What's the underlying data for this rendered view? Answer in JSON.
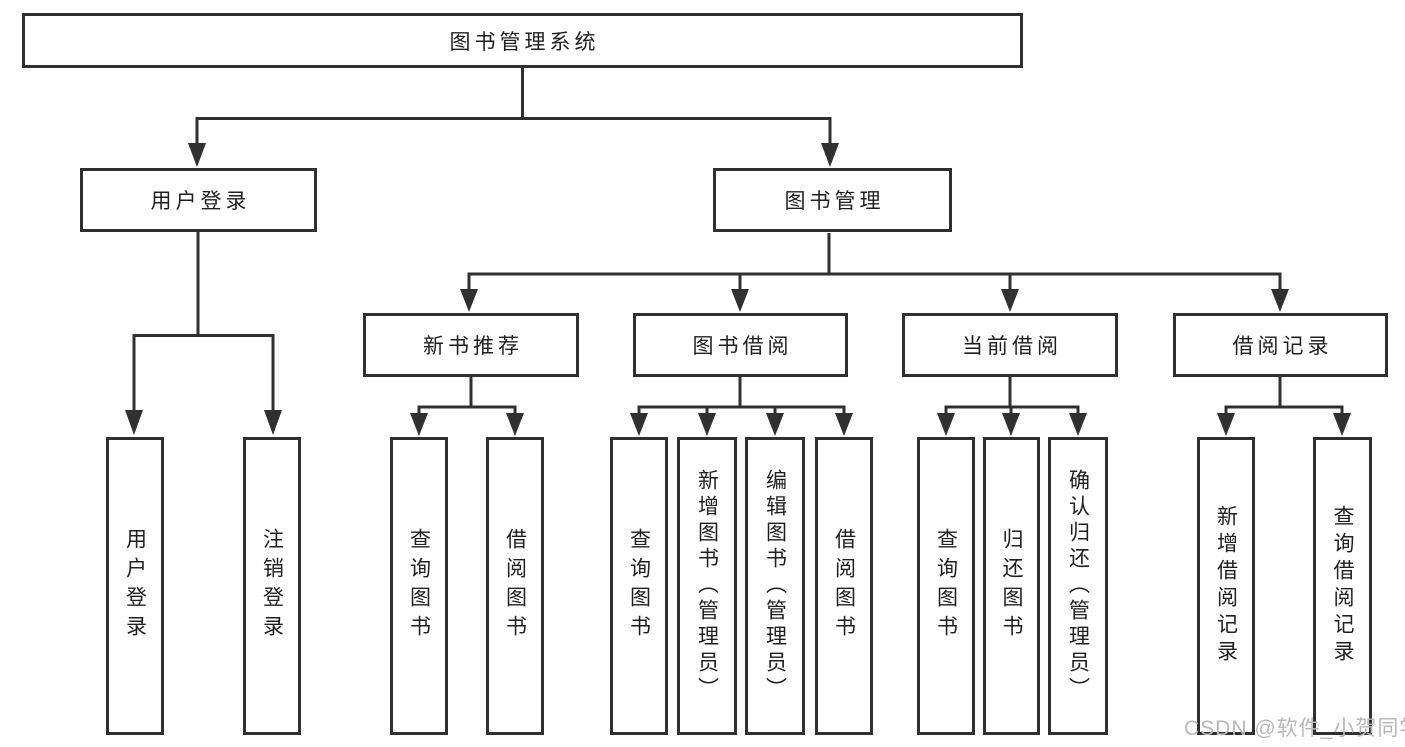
{
  "diagram_title": "图书管理系统",
  "colors": {
    "line": "#303030",
    "box_border": "#303030",
    "box_background": "#ffffff",
    "text": "#1f1f1f",
    "watermark": "#b8b8b8",
    "page_background": "#ffffff"
  },
  "nodes": {
    "root": {
      "label": "图书管理系统"
    },
    "level2": [
      {
        "id": "user-login",
        "label": "用户登录"
      },
      {
        "id": "book-management",
        "label": "图书管理"
      }
    ],
    "level3": [
      {
        "id": "new-book-recommend",
        "label": "新书推荐",
        "parent": "图书管理"
      },
      {
        "id": "book-borrow",
        "label": "图书借阅",
        "parent": "图书管理"
      },
      {
        "id": "current-borrow",
        "label": "当前借阅",
        "parent": "图书管理"
      },
      {
        "id": "borrow-records",
        "label": "借阅记录",
        "parent": "图书管理"
      }
    ],
    "leaves": [
      {
        "id": "leaf-user-login",
        "label": "用户登录",
        "parent": "用户登录"
      },
      {
        "id": "leaf-logout",
        "label": "注销登录",
        "parent": "用户登录"
      },
      {
        "id": "leaf-query-books-recommend",
        "label": "查询图书",
        "parent": "新书推荐"
      },
      {
        "id": "leaf-borrow-books-recommend",
        "label": "借阅图书",
        "parent": "新书推荐"
      },
      {
        "id": "leaf-query-books-borrow",
        "label": "查询图书",
        "parent": "图书借阅"
      },
      {
        "id": "leaf-add-book-admin",
        "label": "新增图书（管理员）",
        "parent": "图书借阅"
      },
      {
        "id": "leaf-edit-book-admin",
        "label": "编辑图书（管理员）",
        "parent": "图书借阅"
      },
      {
        "id": "leaf-borrow-books-borrow",
        "label": "借阅图书",
        "parent": "图书借阅"
      },
      {
        "id": "leaf-query-books-current",
        "label": "查询图书",
        "parent": "当前借阅"
      },
      {
        "id": "leaf-return-books",
        "label": "归还图书",
        "parent": "当前借阅"
      },
      {
        "id": "leaf-confirm-return-admin",
        "label": "确认归还（管理员）",
        "parent": "当前借阅"
      },
      {
        "id": "leaf-add-borrow-record",
        "label": "新增借阅记录",
        "parent": "借阅记录"
      },
      {
        "id": "leaf-query-borrow-record",
        "label": "查询借阅记录",
        "parent": "借阅记录"
      }
    ]
  },
  "watermark": "CSDN @软件_小贺同学"
}
